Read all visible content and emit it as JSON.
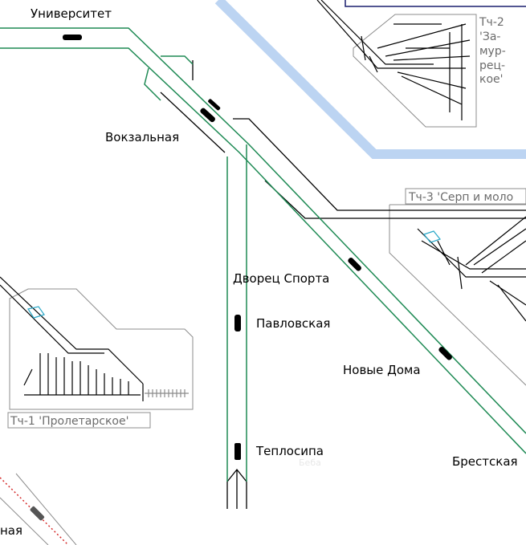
{
  "map": {
    "colors": {
      "background": "#ffffff",
      "river": "#bcd4f2",
      "line_green": "#1e8a54",
      "line_red": "#d42a2a",
      "depot_outline": "#8c8c8c",
      "depot_text": "#6b6b6b",
      "track": "#000000",
      "switch_blue": "#2aa8c8",
      "overhead_dark": "#1a1f6e"
    },
    "stations": {
      "universitet": "Университет",
      "vokzalnaya": "Вокзальная",
      "dvorets_sporta": "Дворец Спорта",
      "pavlovskaya": "Павловская",
      "novye_doma": "Новые Дома",
      "teplosipa": "Теплосипа",
      "brestskaya": "Брестская",
      "partial_bottom_left": "ная"
    },
    "faint_label": "Беба",
    "depots": {
      "tch2_line1": "Тч-2",
      "tch2_line2": "'За-",
      "tch2_line3": "мур-",
      "tch2_line4": "рец-",
      "tch2_line5": "кое'",
      "tch3": "Тч-3 'Серп и моло",
      "tch1": "Тч-1 'Пролетарское'"
    }
  }
}
